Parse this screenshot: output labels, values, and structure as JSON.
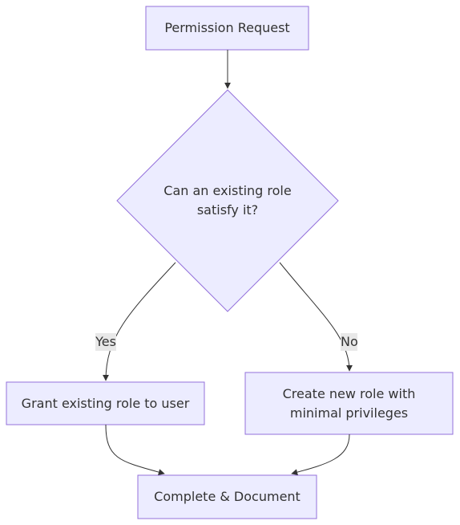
{
  "diagram": {
    "nodes": {
      "start": "Permission Request",
      "decision": "Can an existing role satisfy it?",
      "grant": "Grant existing role to user",
      "create": "Create new role with minimal privileges",
      "end": "Complete & Document"
    },
    "edges": {
      "yes": "Yes",
      "no": "No"
    }
  },
  "colors": {
    "node_fill": "#ECECFF",
    "node_stroke": "#9370DB",
    "edge": "#333333",
    "edge_label_bg": "#e8e8e8"
  }
}
